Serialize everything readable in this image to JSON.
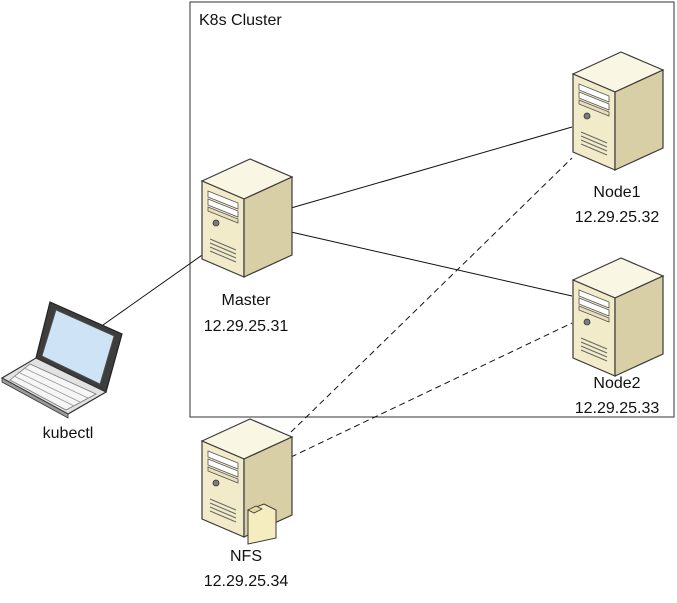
{
  "cluster": {
    "title": "K8s Cluster"
  },
  "nodes": {
    "master": {
      "name": "Master",
      "ip": "12.29.25.31",
      "icon": "server-icon"
    },
    "node1": {
      "name": "Node1",
      "ip": "12.29.25.32",
      "icon": "server-icon"
    },
    "node2": {
      "name": "Node2",
      "ip": "12.29.25.33",
      "icon": "server-icon"
    },
    "nfs": {
      "name": "NFS",
      "ip": "12.29.25.34",
      "icon": "file-server-icon"
    },
    "client": {
      "name": "kubectl",
      "icon": "laptop-icon"
    }
  },
  "colors": {
    "server_front": "#f2ebc9",
    "server_side": "#d8cfa6",
    "server_top": "#faf6e4",
    "outline": "#3a3a3a",
    "screen": "#cfe3f7"
  }
}
